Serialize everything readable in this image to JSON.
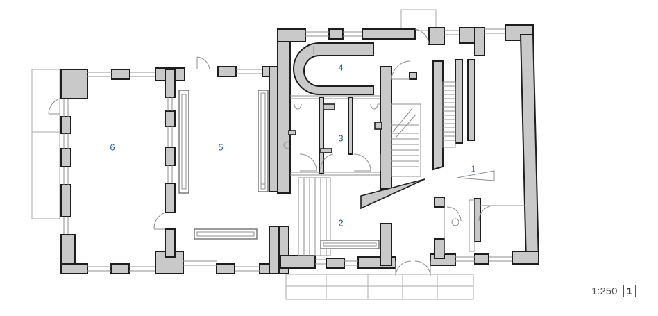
{
  "rooms": [
    {
      "id": "1",
      "label": "1"
    },
    {
      "id": "2",
      "label": "2"
    },
    {
      "id": "3",
      "label": "3"
    },
    {
      "id": "4",
      "label": "4"
    },
    {
      "id": "5",
      "label": "5"
    },
    {
      "id": "6",
      "label": "6"
    }
  ],
  "scale": {
    "ratio": "1:250",
    "sheet": "1"
  },
  "colors": {
    "wall_fill": "#c9c9c9",
    "wall_stroke": "#1e1e1e",
    "label": "#1f5aa8",
    "thin_line": "#8f8f8f"
  }
}
